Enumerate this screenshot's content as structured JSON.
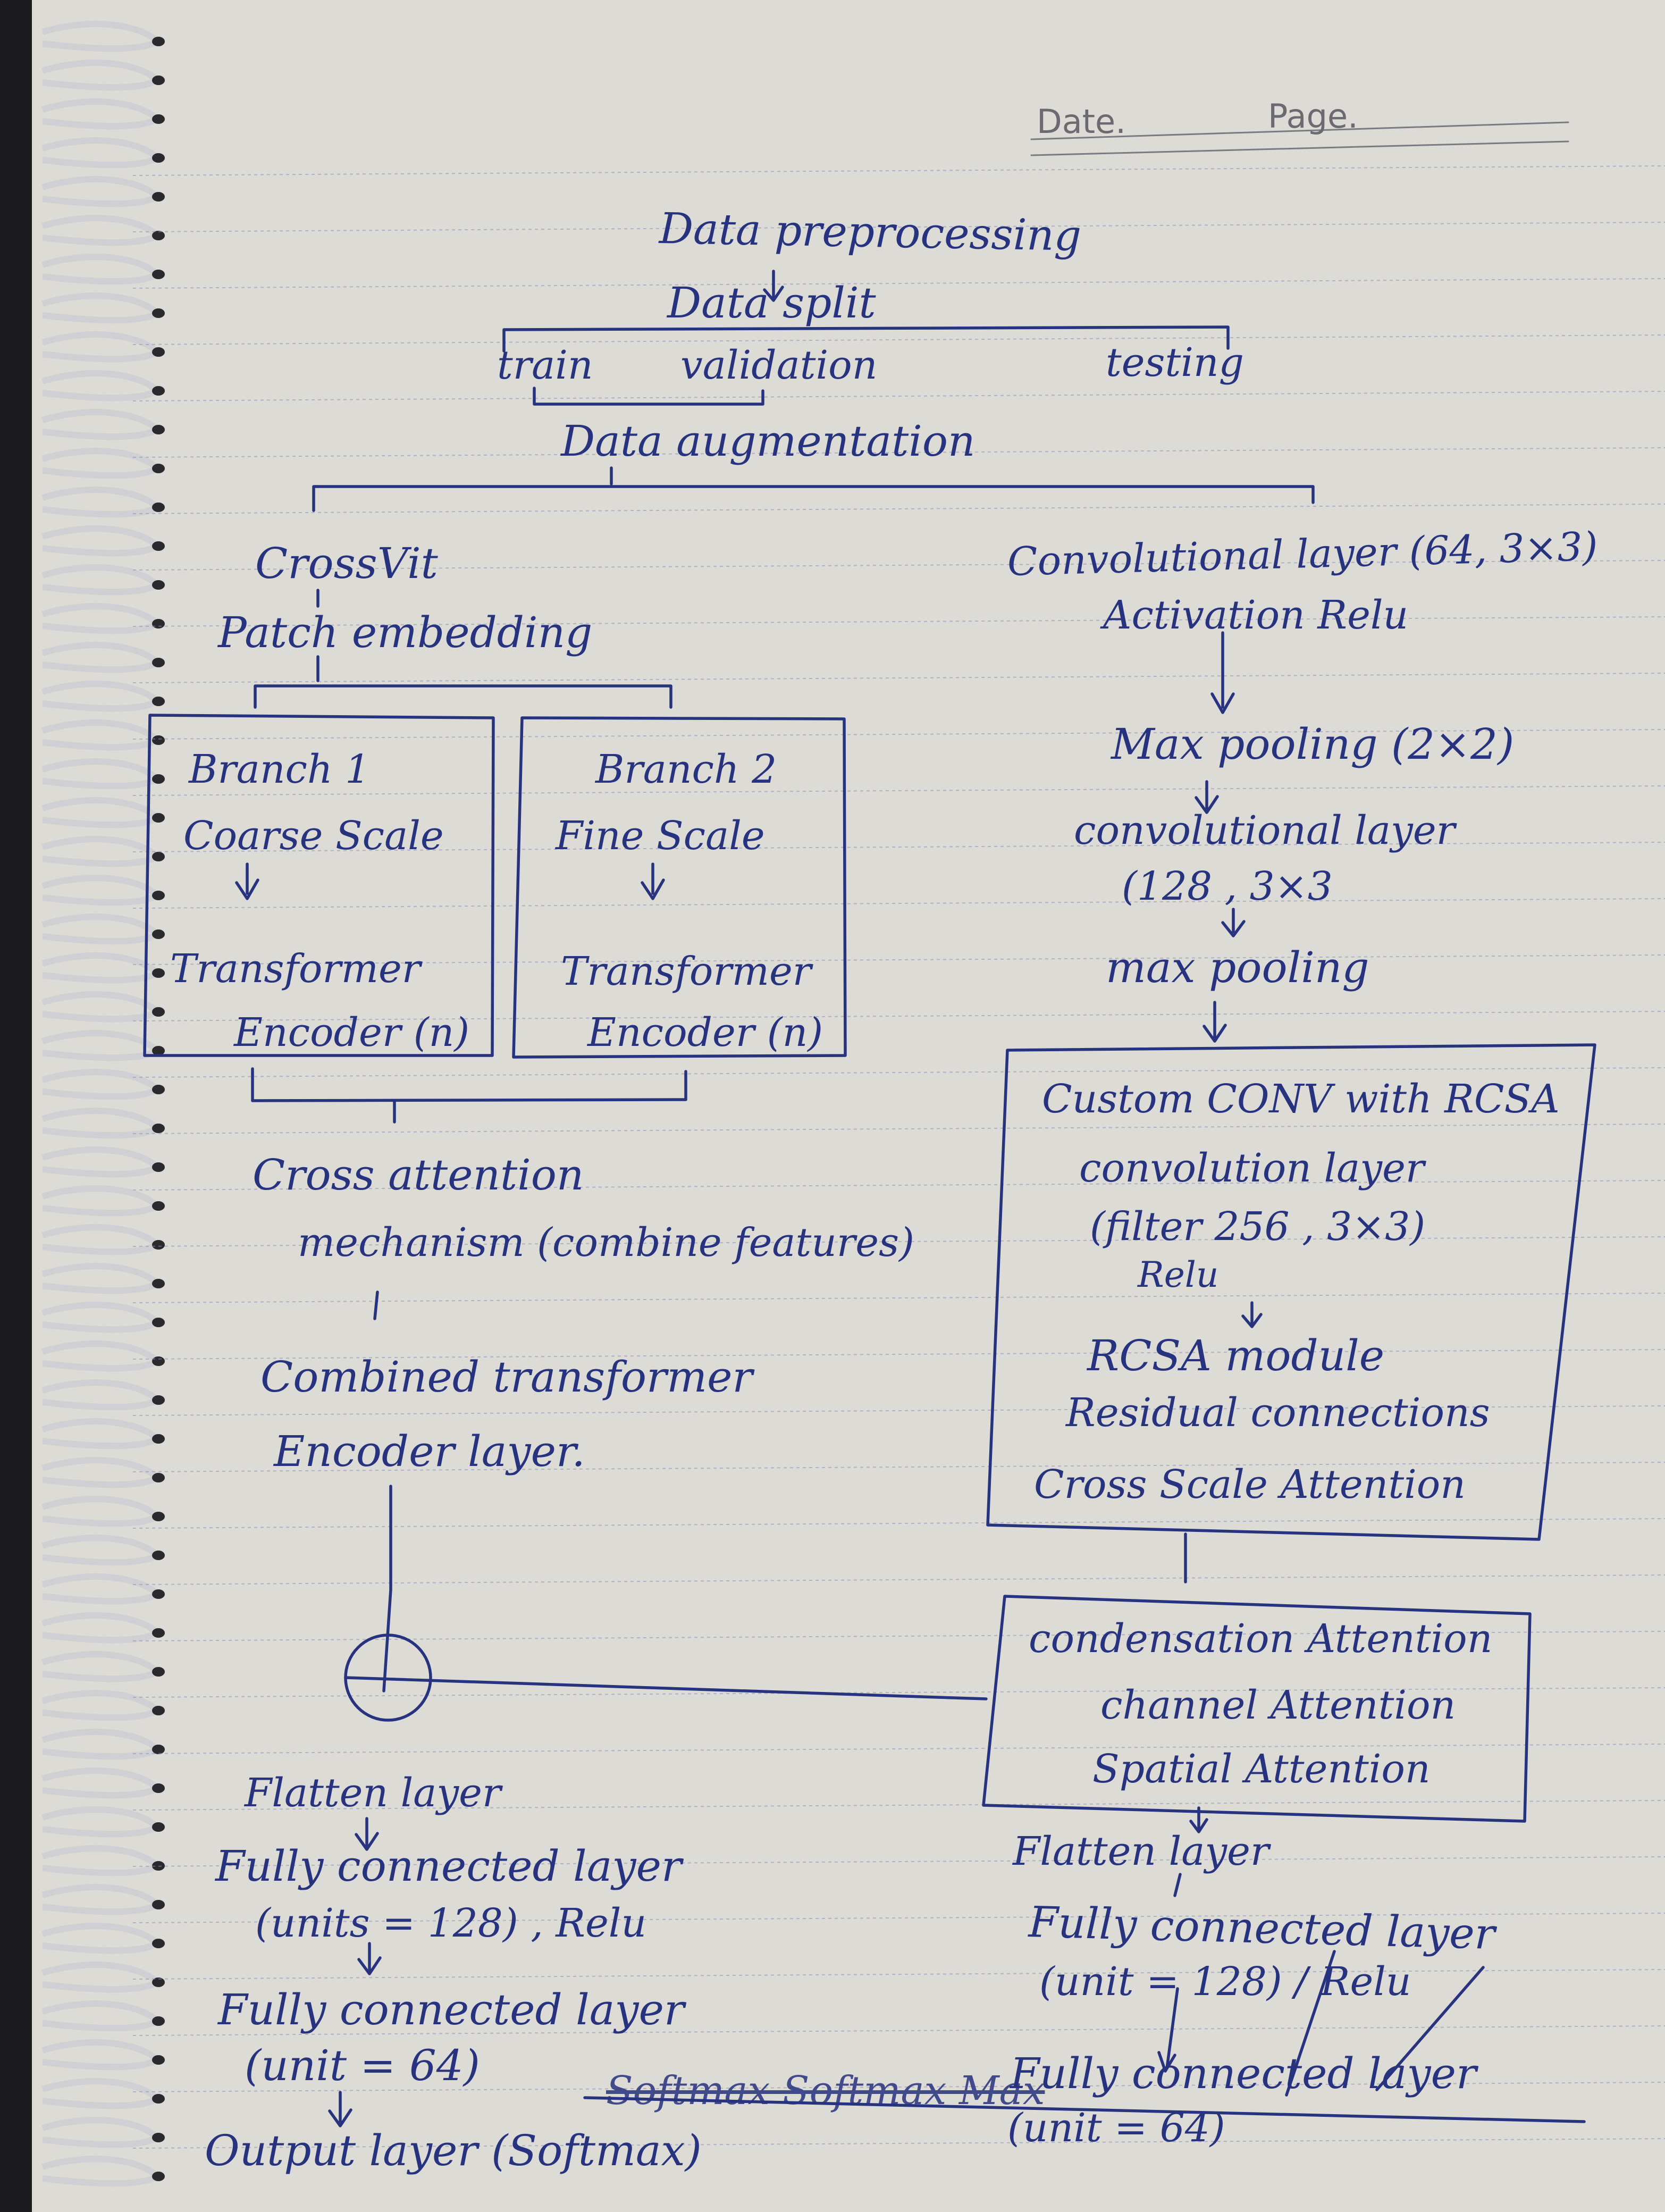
{
  "header": {
    "date_label": "Date.",
    "page_label": "Page."
  },
  "top": {
    "preprocessing": "Data preprocessing",
    "split": "Data split",
    "train": "train",
    "validation": "validation",
    "testing": "testing",
    "augmentation": "Data augmentation"
  },
  "left": {
    "crossvit": "CrossVit",
    "patch_embedding": "Patch embedding",
    "branch1": {
      "title": "Branch 1",
      "scale": "Coarse Scale",
      "encoder_1": "Transformer",
      "encoder_2": "Encoder (n)"
    },
    "branch2": {
      "title": "Branch 2",
      "scale": "Fine Scale",
      "encoder_1": "Transformer",
      "encoder_2": "Encoder (n)"
    },
    "cross_attention_1": "Cross attention",
    "cross_attention_2": "mechanism (combine features)",
    "combined_1": "Combined transformer",
    "combined_2": "Encoder layer.",
    "flatten": "Flatten layer",
    "fc1_1": "Fully connected layer",
    "fc1_2": "(units = 128) ,  Relu",
    "fc2_1": "Fully connected layer",
    "fc2_2": "(unit = 64)",
    "output": "Output layer (Softmax)"
  },
  "right": {
    "conv1_1": "Convolutional layer (64, 3×3)",
    "conv1_2": "Activation Relu",
    "maxpool1": "Max pooling (2×2)",
    "conv2_1": "convolutional layer",
    "conv2_2": "(128 , 3×3",
    "maxpool2": "max pooling",
    "custom": {
      "title": "Custom CONV with RCSA",
      "conv": "convolution layer",
      "filter": "(filter 256 , 3×3)",
      "relu": "Relu",
      "module": "RCSA module",
      "residual": "Residual connections",
      "cross": "Cross Scale Attention"
    },
    "condensation": {
      "title": "condensation Attention",
      "channel": "channel Attention",
      "spatial": "Spatial Attention"
    },
    "flatten": "Flatten layer",
    "fc1_1": "Fully connected layer",
    "fc1_2": "(unit = 128) / Relu",
    "fc2_1": "Fully connected layer",
    "fc2_2": "(unit = 64)",
    "crossed_out": "Softmax Softmax Max"
  },
  "colors": {
    "ink": "#27337f",
    "paper": "#dcdbd5",
    "rule": "#8a92b8"
  }
}
